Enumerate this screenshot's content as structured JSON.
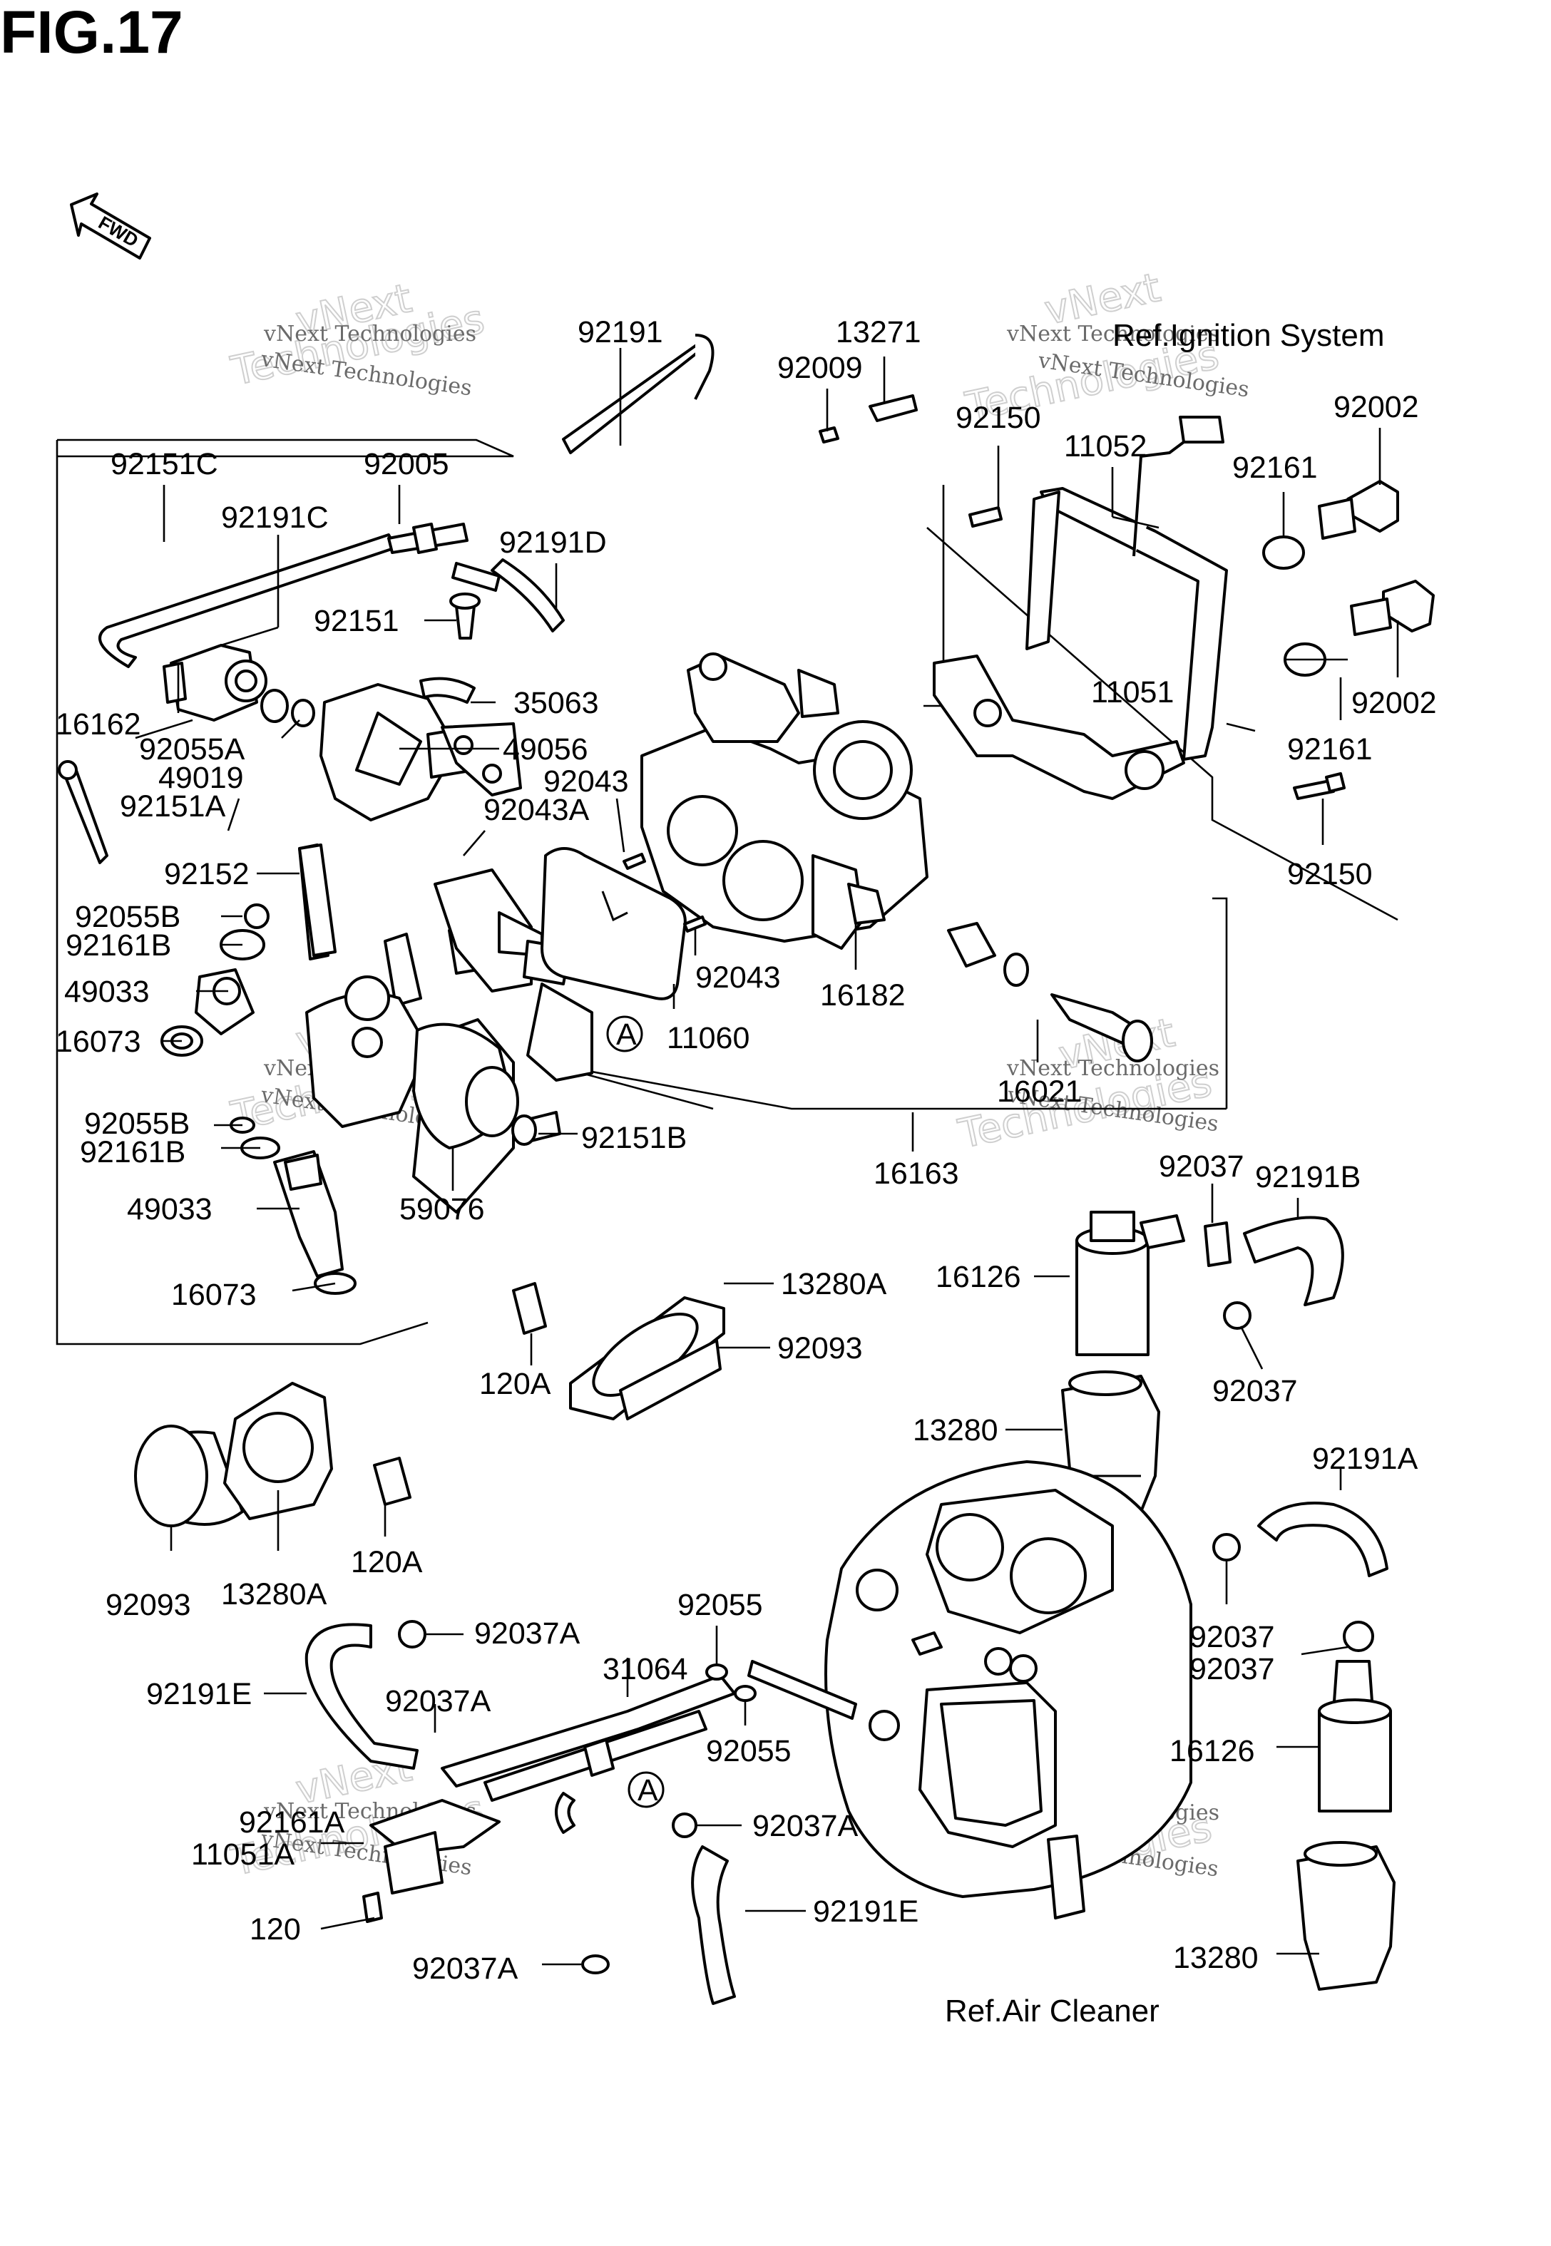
{
  "figure": {
    "title": "FIG.17"
  },
  "orientation": {
    "label": "FWD",
    "icon": "forward-arrow-icon"
  },
  "references": {
    "ignition": "Ref.Ignition System",
    "air_cleaner": "Ref.Air Cleaner"
  },
  "watermark": {
    "company": "vNext Technologies",
    "word_a": "vNext",
    "word_b": "Technologies"
  },
  "labels": {
    "l92191": "92191",
    "l13271": "13271",
    "l92009": "92009",
    "l92150_top": "92150",
    "l11052": "11052",
    "l92002_top": "92002",
    "l92161_top": "92161",
    "l92151C": "92151C",
    "l92005": "92005",
    "l92191C": "92191C",
    "l92191D": "92191D",
    "l92151": "92151",
    "l35063": "35063",
    "l16162": "16162",
    "l92055A": "92055A",
    "l49019": "49019",
    "l49056": "49056",
    "l92043_top": "92043",
    "l92043A": "92043A",
    "l92151A": "92151A",
    "l92002_mid": "92002",
    "l92161_mid": "92161",
    "l11051": "11051",
    "l92150_mid": "92150",
    "l92152": "92152",
    "l92055B_top": "92055B",
    "l92161B_top": "92161B",
    "l49033_top": "49033",
    "l16073_top": "16073",
    "l92043_mid": "92043",
    "l11060": "11060",
    "l16182": "16182",
    "l16021": "16021",
    "l92055B_low": "92055B",
    "l92161B_low": "92161B",
    "l92151B": "92151B",
    "l16163": "16163",
    "l49033_low": "49033",
    "l59076": "59076",
    "l92037_top": "92037",
    "l92191B": "92191B",
    "l16126_top": "16126",
    "l16073_low": "16073",
    "l13280A_top": "13280A",
    "l92093_top": "92093",
    "l120A_top": "120A",
    "l92037_mid": "92037",
    "l13280_top": "13280",
    "l92191A": "92191A",
    "l120A_low": "120A",
    "l92093_low": "92093",
    "l13280A_low": "13280A",
    "l92055_top": "92055",
    "l92037A_1": "92037A",
    "l92037_a": "92037",
    "l92037_b": "92037",
    "l31064": "31064",
    "l92191E_left": "92191E",
    "l92037A_2": "92037A",
    "l92055_low": "92055",
    "l16126_low": "16126",
    "l92161A": "92161A",
    "l92037A_3": "92037A",
    "l11051A": "11051A",
    "l92191E_right": "92191E",
    "l120": "120",
    "l13280_low": "13280",
    "l92037A_4": "92037A",
    "circle_a1": "A",
    "circle_a2": "A"
  }
}
